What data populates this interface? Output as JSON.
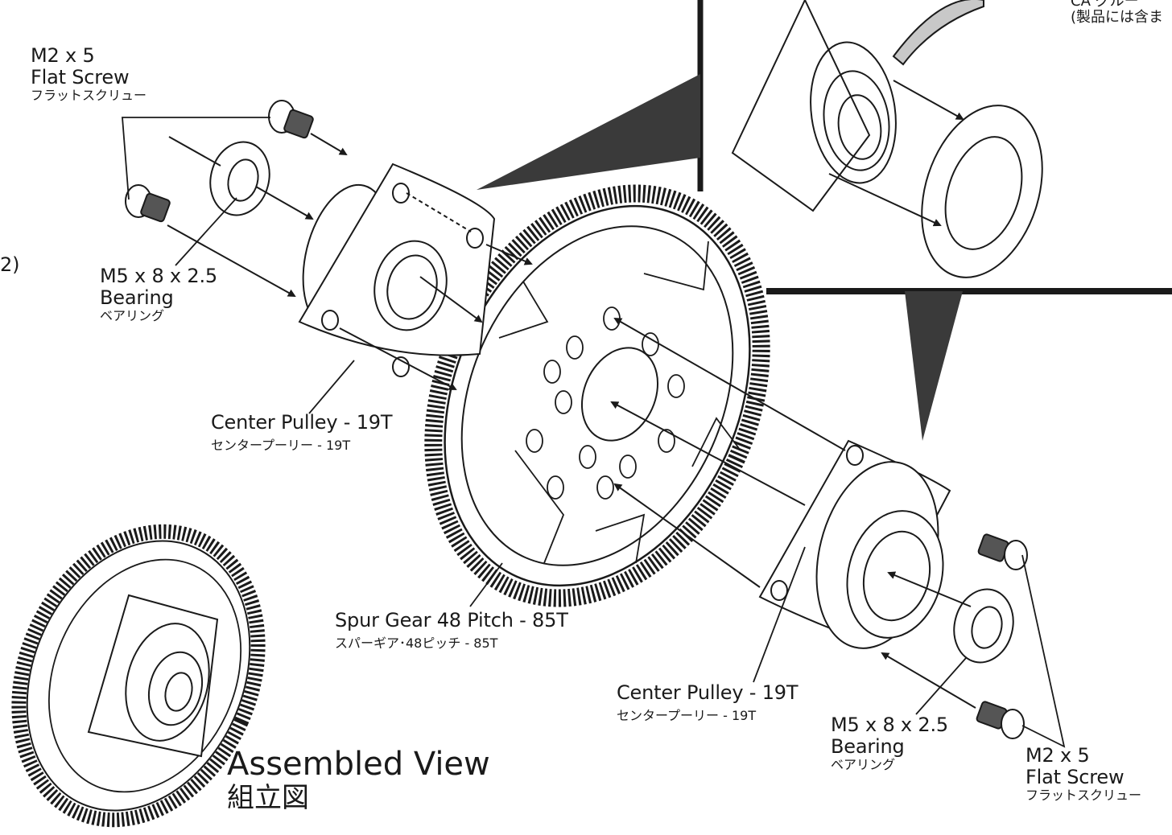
{
  "labels": {
    "top_left_screw": {
      "size": "M2 x 5",
      "name": "Flat Screw",
      "jp": "フラットスクリュー"
    },
    "left_bearing": {
      "size": "M5 x 8 x 2.5",
      "name": "Bearing",
      "jp": "ベアリング"
    },
    "left_pulley": {
      "name": "Center Pulley - 19T",
      "jp": "センタープーリー - 19T"
    },
    "spur_gear": {
      "name": "Spur Gear 48 Pitch - 85T",
      "jp": "スパーギア･48ピッチ - 85T"
    },
    "right_pulley": {
      "name": "Center Pulley - 19T",
      "jp": "センタープーリー - 19T"
    },
    "right_bearing": {
      "size": "M5 x 8 x 2.5",
      "name": "Bearing",
      "jp": "ベアリング"
    },
    "right_screw": {
      "size": "M2 x 5",
      "name": "Flat Screw",
      "jp": "フラットスクリュー"
    },
    "assembled": {
      "en": "Assembled View",
      "jp": "組立図"
    },
    "inset_top": {
      "line1": "CA グルー",
      "line2": "(製品には含ま"
    },
    "edge_mark": "2)"
  },
  "colors": {
    "ink": "#1a1a1a",
    "pointer": "#3a3a3a",
    "background": "#ffffff"
  }
}
